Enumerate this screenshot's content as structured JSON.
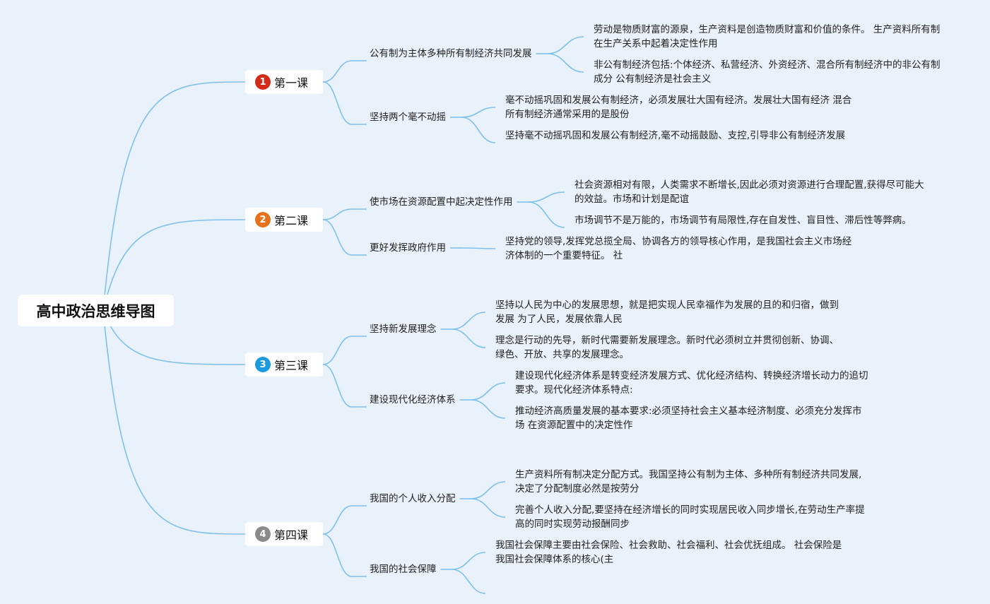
{
  "title": "高中政治思维导图",
  "colors": {
    "background": "#e9f1fa",
    "link": "#7fc1ea",
    "badge1": "#d42a1a",
    "badge2": "#e8721c",
    "badge3": "#1b9ae0",
    "badge4": "#8a8a8a"
  },
  "lessons": [
    {
      "number": "1",
      "label": "第一课",
      "topics": [
        {
          "label": "公有制为主体多种所有制经济共同发展",
          "leaves": [
            "劳动是物质财富的源泉，生产资料是创造物质财富和价值的条件。 生产资料所有制在生产关系中起着决定性作用",
            "非公有制经济包括:个体经济、私营经济、外资经济、混合所有制经济中的非公有制成分 公有制经济是社会主义"
          ]
        },
        {
          "label": "坚持两个毫不动摇",
          "leaves": [
            "毫不动摇巩固和发展公有制经济，必须发展壮大国有经济。发展壮大国有经济 混合所有制经济通常采用的是股份",
            "坚持毫不动摇巩固和发展公有制经济,毫不动摇鼓励、支控,引导非公有制经济发展"
          ]
        }
      ]
    },
    {
      "number": "2",
      "label": "第二课",
      "topics": [
        {
          "label": "使市场在资源配置中起决定性作用",
          "leaves": [
            "社会资源相对有限，人类需求不断增长,因此必须对资源进行合理配置,获得尽可能大的效益。市场和计划是配谊",
            "市场调节不是万能的，市场调节有局限性,存在自发性、盲目性、滞后性等弊病。"
          ]
        },
        {
          "label": "更好发挥政府作用",
          "leaves": [
            "坚持党的领导,发挥党总揽全局、协调各方的领导核心作用，是我国社会主义市场经济体制的一个重要特征。 社"
          ]
        }
      ]
    },
    {
      "number": "3",
      "label": "第三课",
      "topics": [
        {
          "label": "坚持新发展理念",
          "leaves": [
            "坚持以人民为中心的发展思想，就是把实现人民幸福作为发展的且的和归宿，做到发展 为了人民，发展依靠人民",
            "理念是行动的先导，新时代需要新发展理念。新时代必须树立并贯彻创新、协调、绿色、开放、共享的发展理念。"
          ]
        },
        {
          "label": "建设现代化经济体系",
          "leaves": [
            "建设现代化经济体系是转变经济发展方式、优化经济结构、转换经济增长动力的追切要求。现代化经济体系特点:",
            "推动经济高质量发展的基本要求:必须坚持社会主义基本经济制度、必须充分发挥市场 在资源配置中的决定性作"
          ]
        }
      ]
    },
    {
      "number": "4",
      "label": "第四课",
      "topics": [
        {
          "label": "我国的个人收入分配",
          "leaves": [
            "生产资料所有制决定分配方式。我国坚持公有制为主体、多种所有制经济共同发展,决定了分配制度必然是按劳分",
            "完善个人收入分配,要坚持在经济增长的同时实现居民收入同步增长,在劳动生产率提高的同时实现劳动报酬同步"
          ]
        },
        {
          "label": "我国的社会保障",
          "leaves": [
            "我国社会保障主要由社会保险、社会救助、社会福利、社会优抚组成。 社会保险是我国社会保障体系的核心(主",
            ""
          ]
        }
      ]
    }
  ]
}
